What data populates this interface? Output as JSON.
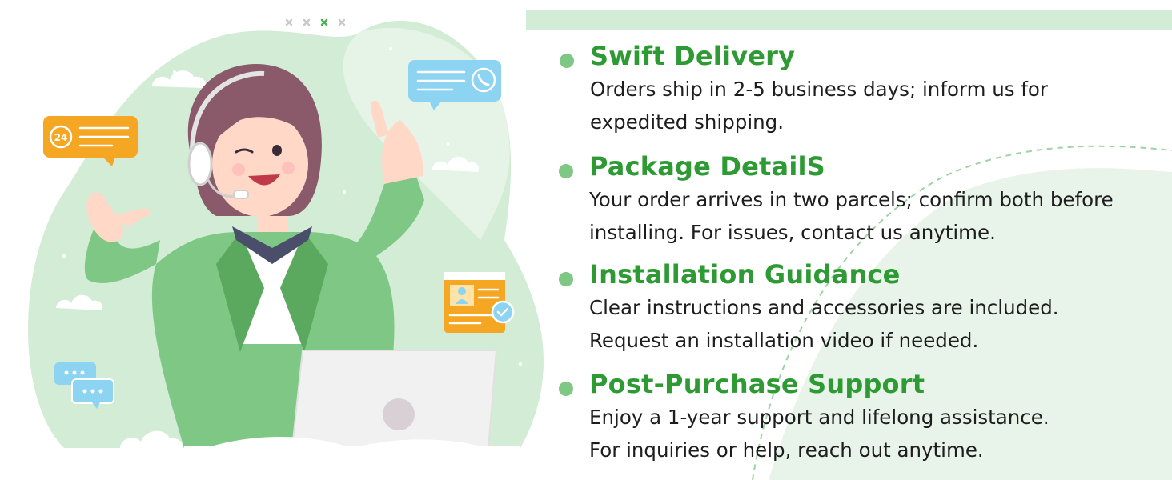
{
  "features": [
    {
      "title": "Swift Delivery",
      "lines": [
        "Orders ship in 2-5 business days; inform us for",
        "expedited shipping."
      ]
    },
    {
      "title": "Package DetailS",
      "lines": [
        "Your order arrives in two parcels; confirm both before",
        "installing. For issues, contact us anytime."
      ]
    },
    {
      "title": "Installation Guidance",
      "lines": [
        "Clear instructions and accessories are included.",
        "Request an installation video if needed."
      ]
    },
    {
      "title": "Post-Purchase Support",
      "lines": [
        "Enjoy a 1-year support and lifelong assistance.",
        "For inquiries or help, reach out anytime."
      ]
    }
  ],
  "illustration": {
    "badge_24": "24",
    "icons": [
      "headset-icon",
      "phone-icon",
      "chat-bubble-icon",
      "profile-card-icon",
      "check-icon",
      "laptop-icon",
      "cloud-icon"
    ]
  },
  "colors": {
    "accent_green": "#2e9a34",
    "bullet_green": "#7fc784",
    "light_green": "#d3ecd5",
    "bubble_orange": "#f5a623",
    "bubble_blue": "#8dd3f2"
  }
}
